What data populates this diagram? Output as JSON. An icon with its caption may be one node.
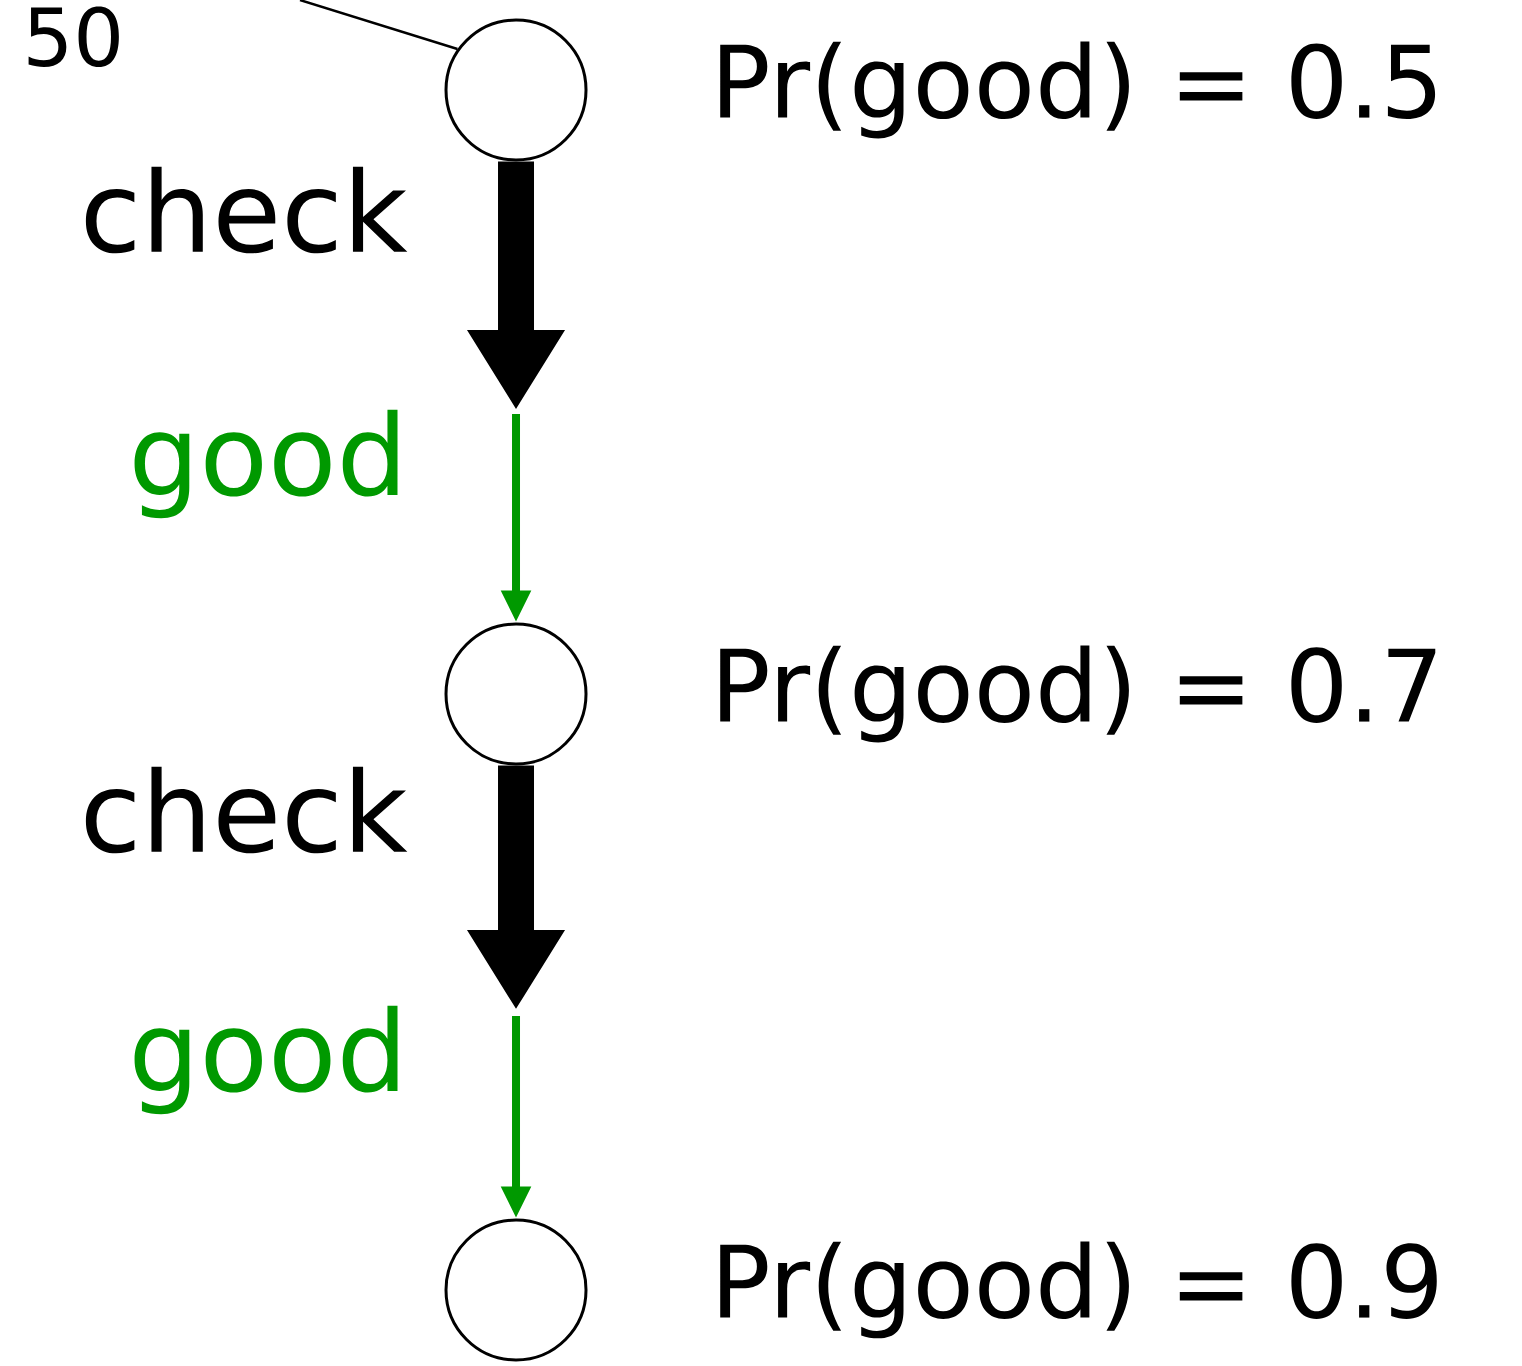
{
  "diagram": {
    "nodes": [
      {
        "text": [],
        "shape": "circle",
        "beside": [
          "Pr(good) = 0.5"
        ]
      },
      {
        "text": [],
        "shape": "circle",
        "beside": [
          "Pr(good) = 0.7"
        ]
      },
      {
        "text": [],
        "shape": "circle",
        "beside": [
          "Pr(good) = 0.9"
        ]
      }
    ],
    "edges": [
      {
        "from": null,
        "to": 0,
        "arrow": "none",
        "label": "50"
      },
      {
        "from": 0,
        "to": null,
        "arrow": "to",
        "label": "check",
        "style": "thick"
      },
      {
        "from": null,
        "to": 1,
        "arrow": "to",
        "label": "good",
        "color": "#009900"
      },
      {
        "from": 1,
        "to": null,
        "arrow": "to",
        "label": "check",
        "style": "thick"
      },
      {
        "from": null,
        "to": 2,
        "arrow": "to",
        "label": "good",
        "color": "#009900"
      }
    ]
  }
}
